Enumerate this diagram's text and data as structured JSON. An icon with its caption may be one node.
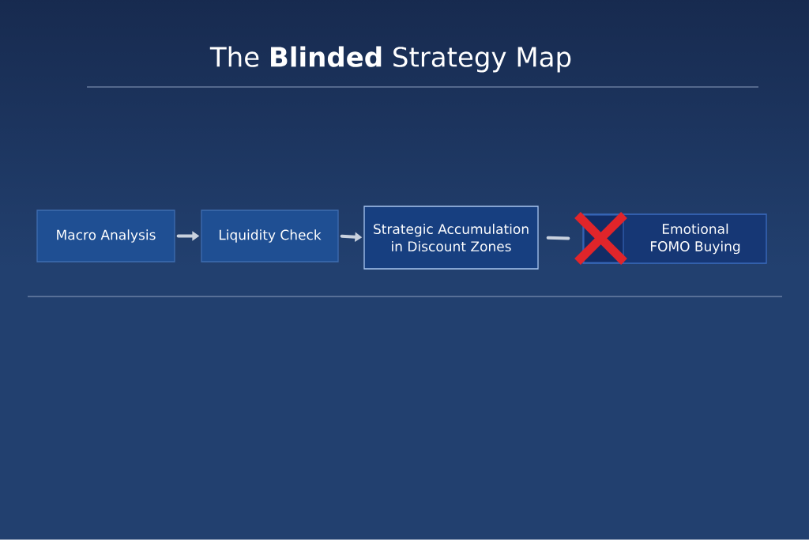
{
  "diagram": {
    "title": "The **Blinded** Strategy Map",
    "nodes": [
      {
        "text": [
          "Macro Analysis"
        ]
      },
      {
        "text": [
          "Liquidity Check"
        ]
      },
      {
        "text": [
          "Strategic Accumulation in Discount Zones"
        ]
      },
      {
        "text": [
          "Emotional FOMO Buying"
        ]
      }
    ],
    "edges": [
      {
        "from": 0,
        "to": 1,
        "arrow": "to"
      },
      {
        "from": 1,
        "to": 2,
        "arrow": "to"
      },
      {
        "from": 2,
        "to": 3,
        "arrow": "none"
      }
    ]
  }
}
